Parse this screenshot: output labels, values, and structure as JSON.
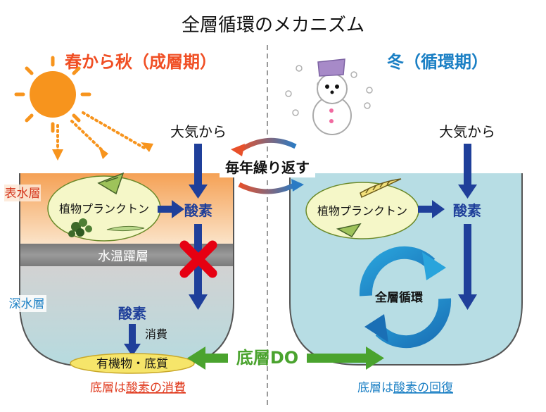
{
  "title": "全層循環のメカニズム",
  "left": {
    "heading": "春から秋（成層期）",
    "air_label": "大気から",
    "surface_layer": "表水層",
    "thermocline": "水温躍層",
    "deep_layer": "深水層",
    "plankton": "植物プランクトン",
    "oxygen_top": "酸素",
    "oxygen_bottom": "酸素",
    "consumption": "消費",
    "sediment": "有機物・底質",
    "caption_prefix": "底層は",
    "caption_highlight": "酸素の消費"
  },
  "right": {
    "heading": "冬（循環期）",
    "air_label": "大気から",
    "plankton": "植物プランクトン",
    "oxygen": "酸素",
    "circulation": "全層循環",
    "caption_prefix": "底層は",
    "caption_highlight": "酸素の回復"
  },
  "center": {
    "repeat_label": "毎年繰り返す",
    "bottom_do": "底層DO"
  },
  "colors": {
    "heading_left": "#f04e23",
    "heading_right": "#1a7fc4",
    "arrow_blue": "#1f3f9a",
    "arrow_green": "#4aa32e",
    "sun": "#f7941d",
    "cross": "#e60012",
    "caption_left": "#e03a1e",
    "caption_right": "#1a7fc4"
  }
}
